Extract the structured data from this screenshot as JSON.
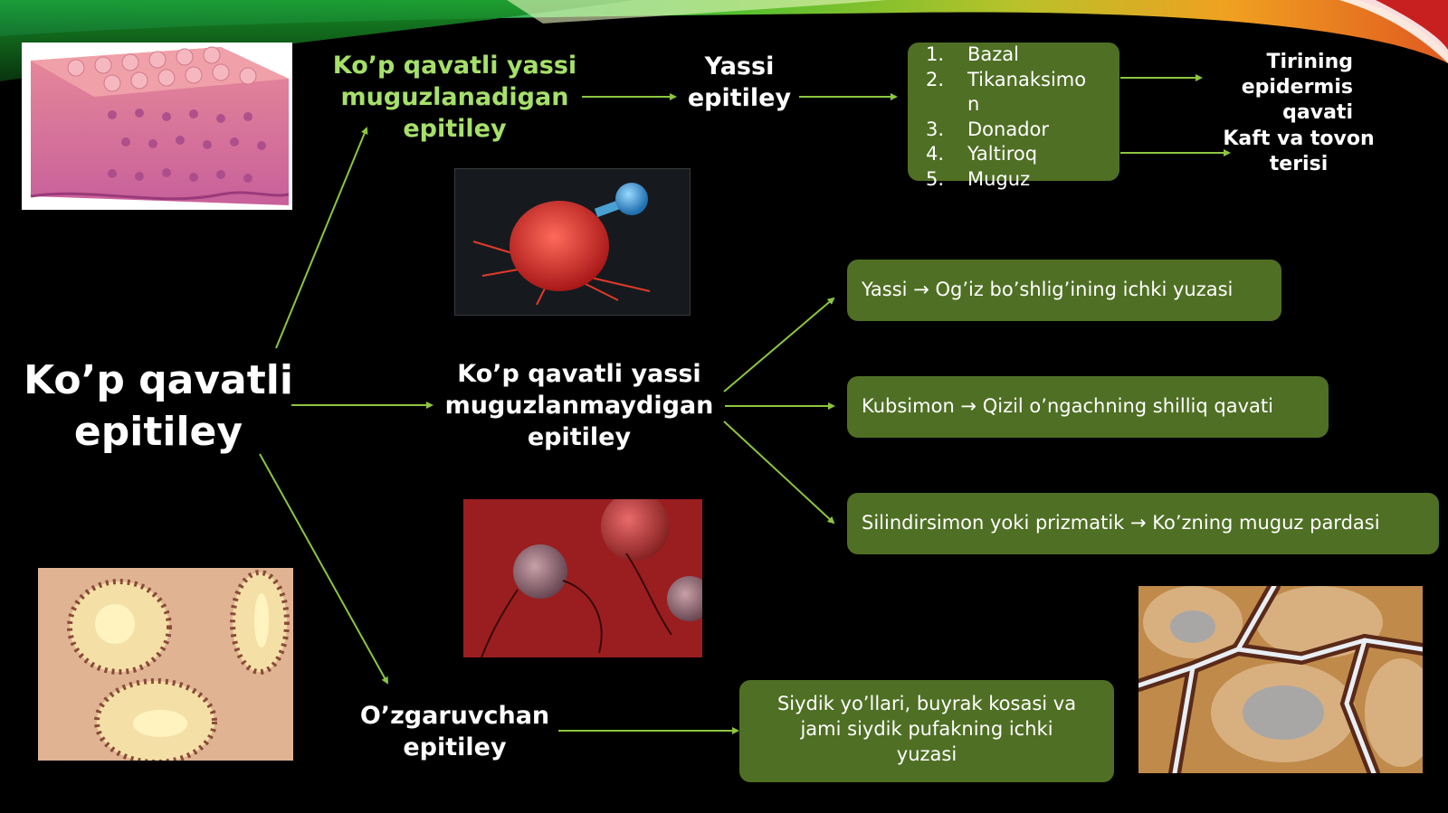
{
  "main_title": "Ko’p qavatli epitiley",
  "branch_keratinized": {
    "title": "Ko’p qavatli yassi muguzlanadigan epitiley",
    "next": "Yassi epitiley",
    "layers": [
      {
        "num": "1.",
        "label": "Bazal"
      },
      {
        "num": "2.",
        "label": "Tikanaksimon"
      },
      {
        "num": "3.",
        "label": "Donador"
      },
      {
        "num": "4.",
        "label": "Yaltiroq"
      },
      {
        "num": "5.",
        "label": "Muguz"
      }
    ],
    "location_1": "Tirining epidermis qavati",
    "location_2": "Kaft va tovon terisi"
  },
  "branch_nonkeratinized": {
    "title": "Ko’p qavatli yassi muguzlanmaydigan epitiley",
    "items": [
      "Yassi → Og’iz bo’shlig’ining ichki yuzasi",
      "Kubsimon → Qizil o’ngachning shilliq qavati",
      "Silindirsimon yoki prizmatik → Ko’zning muguz pardasi"
    ]
  },
  "branch_transitional": {
    "title": "O’zgaruvchan epitiley",
    "description": "Siydik yo’llari, buyrak kosasi va jami siydik pufakning ichki yuzasi"
  },
  "colors": {
    "background": "#000000",
    "box_fill": "#4f6f24",
    "arrow": "#8cc63f",
    "title_green": "#a6e06a"
  }
}
